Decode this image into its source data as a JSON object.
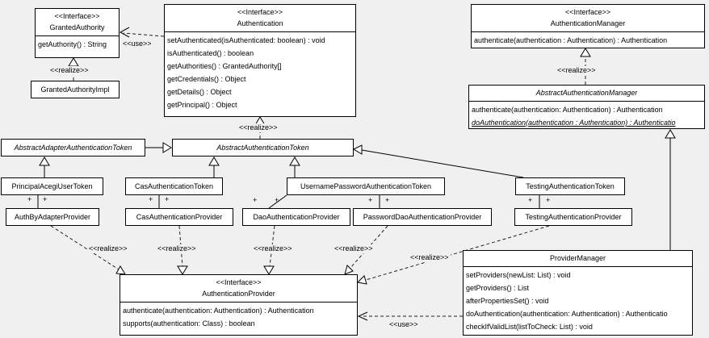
{
  "labels": {
    "use": "<<use>>",
    "realize": "<<realize>>",
    "plus": "+"
  },
  "classes": {
    "granted_authority": {
      "stereotype": "<<Interface>>",
      "name": "GrantedAuthority",
      "methods": [
        "getAuthority() : String"
      ]
    },
    "granted_authority_impl": {
      "name": "GrantedAuthorityImpl"
    },
    "authentication": {
      "stereotype": "<<Interface>>",
      "name": "Authentication",
      "methods": [
        "setAuthenticated(isAuthenticated: boolean) : void",
        "isAuthenticated() : boolean",
        "getAuthorities() : GrantedAuthority[]",
        "getCredentials() : Object",
        "getDetails() : Object",
        "getPrincipal() : Object"
      ]
    },
    "authentication_manager": {
      "stereotype": "<<Interface>>",
      "name": "AuthenticationManager",
      "methods": [
        "authenticate(authentication : Authentication) : Authentication"
      ]
    },
    "abstract_authentication_manager": {
      "name": "AbstractAuthenticationManager",
      "methods": [
        "authenticate(authentication: Authentication) : Authentication",
        "doAuthentication(authentication : Authentication) : Authenticatio"
      ]
    },
    "abstract_adapter_authentication_token": {
      "name": "AbstractAdapterAuthenticationToken"
    },
    "abstract_authentication_token": {
      "name": "AbstractAuthenticationToken"
    },
    "principal_acegi_user_token": {
      "name": "PrincipalAcegiUserToken"
    },
    "cas_authentication_token": {
      "name": "CasAuthenticationToken"
    },
    "username_password_authentication_token": {
      "name": "UsernamePasswordAuthenticationToken"
    },
    "testing_authentication_token": {
      "name": "TestingAuthenticationToken"
    },
    "auth_by_adapter_provider": {
      "name": "AuthByAdapterProvider"
    },
    "cas_authentication_provider": {
      "name": "CasAuthenticationProvider"
    },
    "dao_authentication_provider": {
      "name": "DaoAuthenticationProvider"
    },
    "password_dao_authentication_provider": {
      "name": "PasswordDaoAuthenticationProvider"
    },
    "testing_authentication_provider": {
      "name": "TestingAuthenticationProvider"
    },
    "provider_manager": {
      "name": "ProviderManager",
      "methods": [
        "setProviders(newList: List) : void",
        "getProviders() : List",
        "afterPropertiesSet() : void",
        "doAuthentication(authentication: Authentication) : Authenticatio",
        "checkIfValidList(listToCheck: List) : void"
      ]
    },
    "authentication_provider": {
      "stereotype": "<<Interface>>",
      "name": "AuthenticationProvider",
      "methods": [
        "authenticate(authentication: Authentication) : Authentication",
        "supports(authentication: Class) : boolean"
      ]
    }
  }
}
